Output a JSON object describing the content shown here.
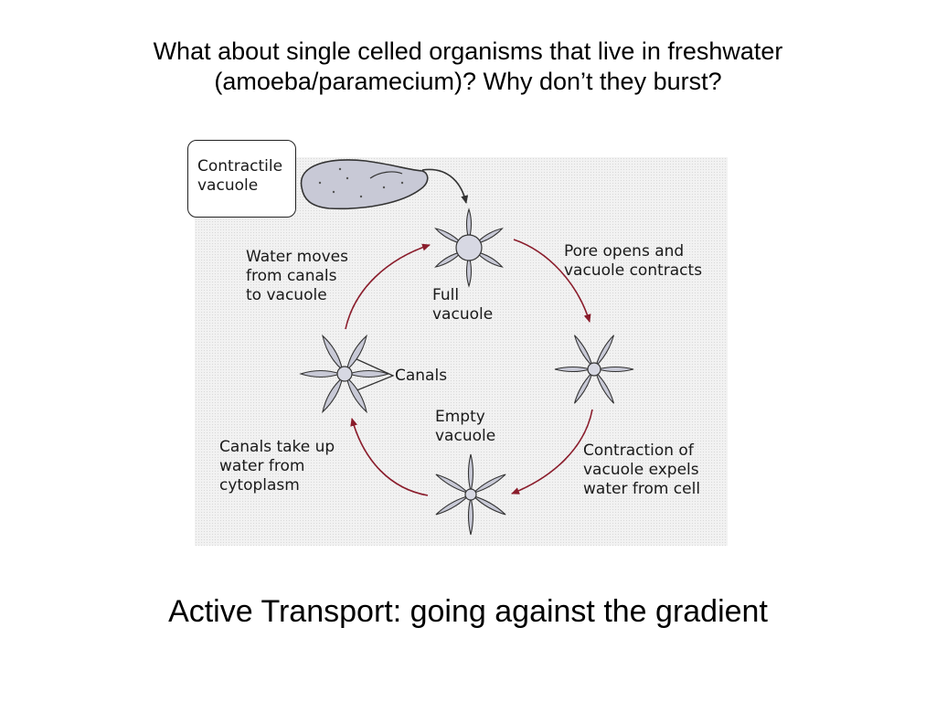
{
  "slide": {
    "title": "What about single celled organisms that live in freshwater (amoeba/paramecium)?  Why don’t they burst?",
    "subtitle": "Active Transport: going against the gradient"
  },
  "diagram": {
    "contractile_vacuole_label": "Contractile\nvacuole",
    "water_moves_label": "Water moves\nfrom canals\nto vacuole",
    "full_vacuole_label": "Full\n vacuole",
    "pore_opens_label": "Pore opens and\nvacuole contracts",
    "canals_label": "Canals",
    "empty_vacuole_label": "Empty\n vacuole",
    "canals_take_up_label": "Canals take up\nwater from\ncytoplasm",
    "contraction_label": "Contraction of\nvacuole expels\nwater from cell",
    "colors": {
      "arrow": "#8a1c2b",
      "cell_fill": "#c8c9d6",
      "vacuole_fill": "#d7d8e3",
      "outline": "#333333"
    }
  }
}
